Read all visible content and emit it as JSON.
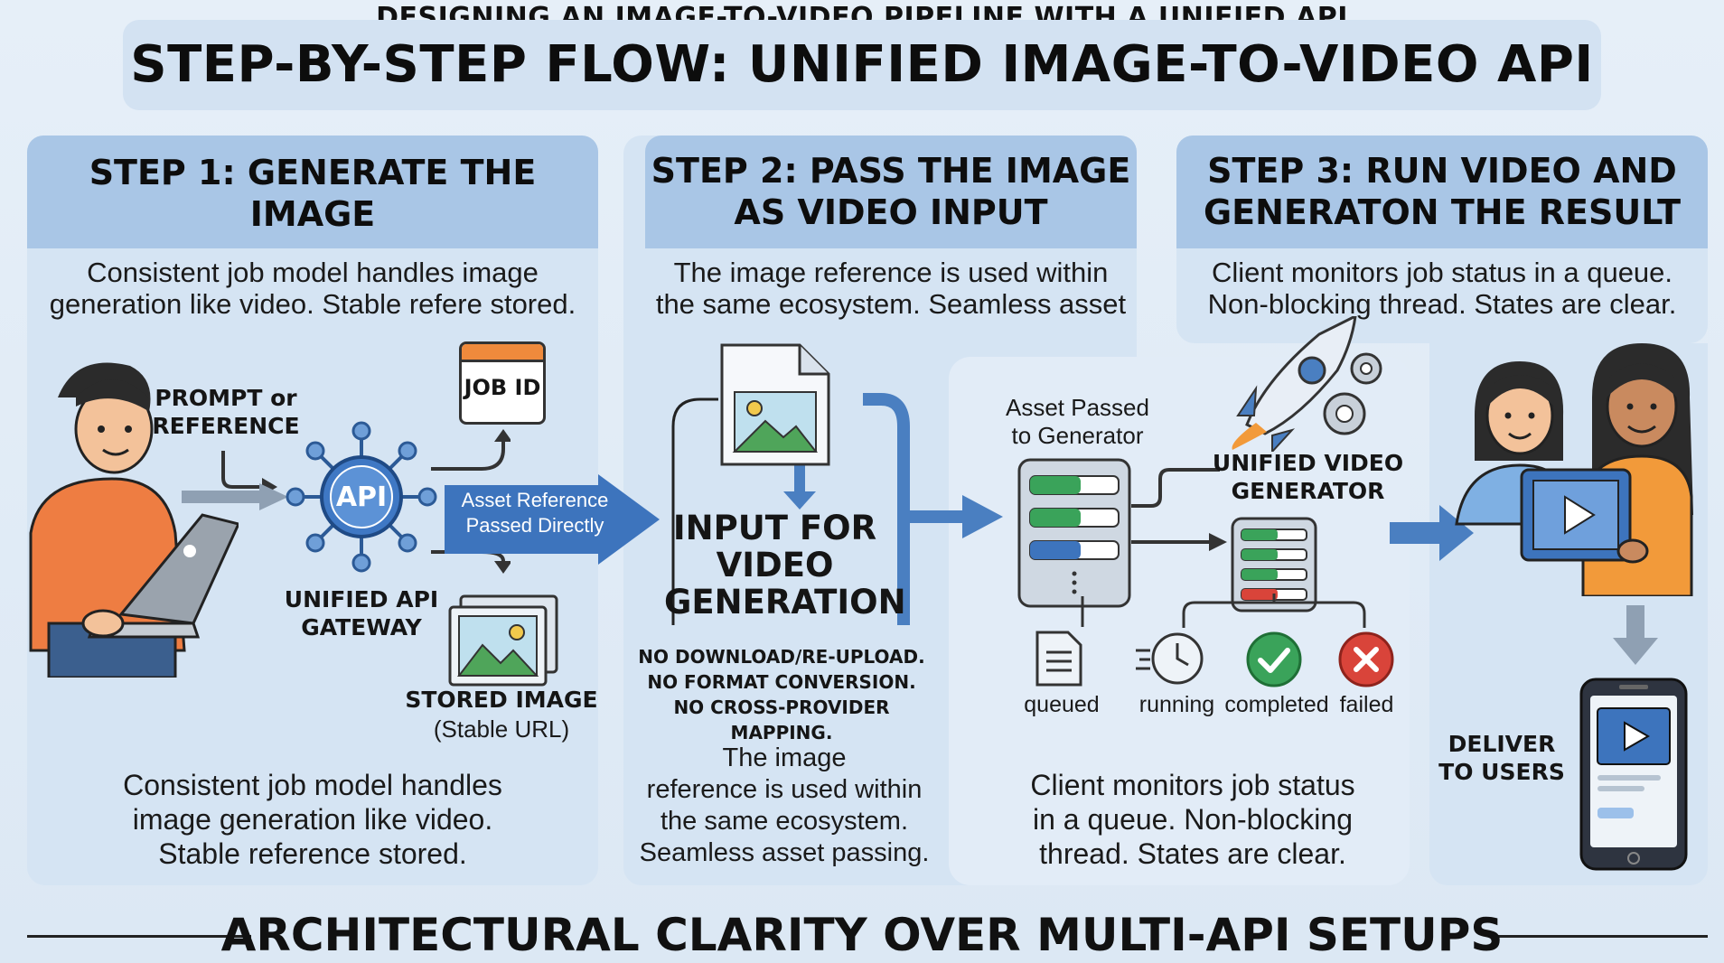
{
  "supertitle": "DESIGNING AN IMAGE-TO-VIDEO PIPELINE WITH A UNIFIED API",
  "title": "STEP-BY-STEP FLOW: UNIFIED IMAGE-TO-VIDEO API",
  "step1": {
    "heading": "STEP 1: GENERATE THE IMAGE",
    "desc_lines": [
      "Consistent job model handles image",
      "generation like video. Stable refere stored."
    ],
    "prompt_lines": [
      "PROMPT or",
      "REFERENCE"
    ],
    "job_id": "JOB ID",
    "api": "API",
    "gateway_lines": [
      "UNIFIED API",
      "GATEWAY"
    ],
    "stored_title": "STORED IMAGE",
    "stored_sub": "(Stable URL)",
    "bottom_lines": [
      "Consistent job model handles",
      "image generation like video.",
      "Stable reference stored."
    ]
  },
  "asset_arrow_lines": [
    "Asset Reference",
    "Passed Directly"
  ],
  "step2": {
    "heading_lines": [
      "STEP 2: PASS THE IMAGE",
      "AS VIDEO INPUT"
    ],
    "desc_lines": [
      "The image reference is used within",
      "the same ecosystem. Seamless asset"
    ],
    "input_lines": [
      "INPUT FOR",
      "VIDEO",
      "GENERATION"
    ],
    "notes": [
      "NO DOWNLOAD/RE-UPLOAD.",
      "NO FORMAT CONVERSION.",
      "NO CROSS-PROVIDER MAPPING."
    ],
    "bottom_lines": [
      "The image",
      "reference is used within",
      "the same ecosystem.",
      "Seamless asset passing."
    ]
  },
  "step3": {
    "heading_lines": [
      "STEP 3: RUN VIDEO AND",
      "GENERATON THE RESULT"
    ],
    "desc_lines": [
      "Client monitors job status in a queue.",
      "Non-blocking thread. States are clear."
    ],
    "asset_passed_lines": [
      "Asset Passed",
      "to Generator"
    ],
    "generator_lines": [
      "UNIFIED VIDEO",
      "GENERATOR"
    ],
    "states": [
      "queued",
      "running",
      "completed",
      "failed"
    ],
    "deliver_lines": [
      "DELIVER",
      "TO USERS"
    ],
    "bottom_lines": [
      "Client monitors job status",
      "in a queue. Non-blocking",
      "thread. States are clear."
    ]
  },
  "colors": {
    "accent": "#4a7fc1",
    "header": "#a9c6e6",
    "panel": "#d5e4f3",
    "green": "#3aa35a",
    "red": "#d9443a",
    "orange": "#ee7d42"
  },
  "footer": "ARCHITECTURAL CLARITY OVER MULTI-API SETUPS"
}
